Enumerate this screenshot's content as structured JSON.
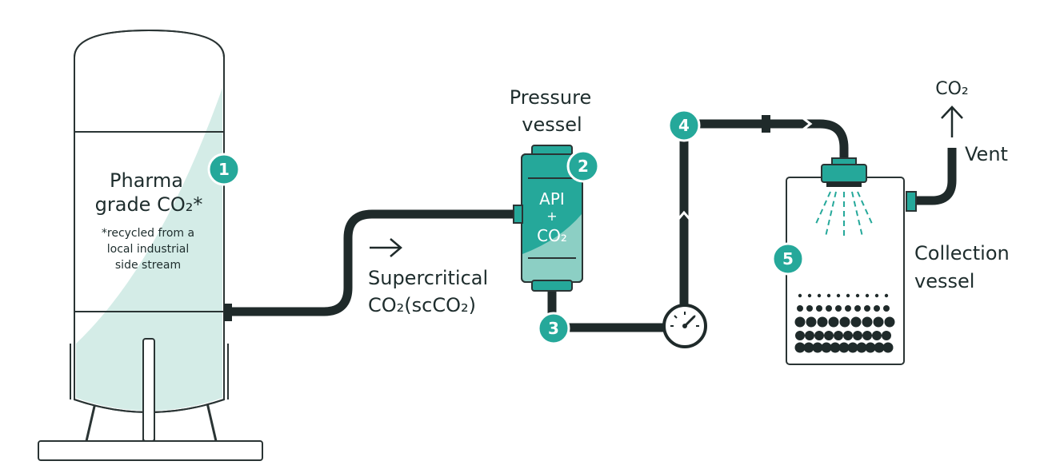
{
  "tank": {
    "title_line1": "Pharma",
    "title_line2": "grade CO₂*",
    "note_line1": "*recycled from a",
    "note_line2": "local industrial",
    "note_line3": "side stream"
  },
  "pressure_vessel": {
    "label_line1": "Pressure",
    "label_line2": "vessel",
    "content_line1": "API",
    "content_line2": "+",
    "content_line3": "CO₂"
  },
  "flow": {
    "label_line1": "Supercritical",
    "label_line2": "CO₂(scCO₂)"
  },
  "collection_vessel": {
    "label_line1": "Collection",
    "label_line2": "vessel"
  },
  "vent": {
    "gas_label": "CO₂",
    "label": "Vent"
  },
  "steps": [
    "1",
    "2",
    "3",
    "4",
    "5"
  ],
  "colors": {
    "teal": "#25a89a",
    "teal_light": "#d4ece7",
    "teal_mid": "#8ccfc4",
    "pipe": "#1f2a2a",
    "outline": "#2a3434"
  }
}
